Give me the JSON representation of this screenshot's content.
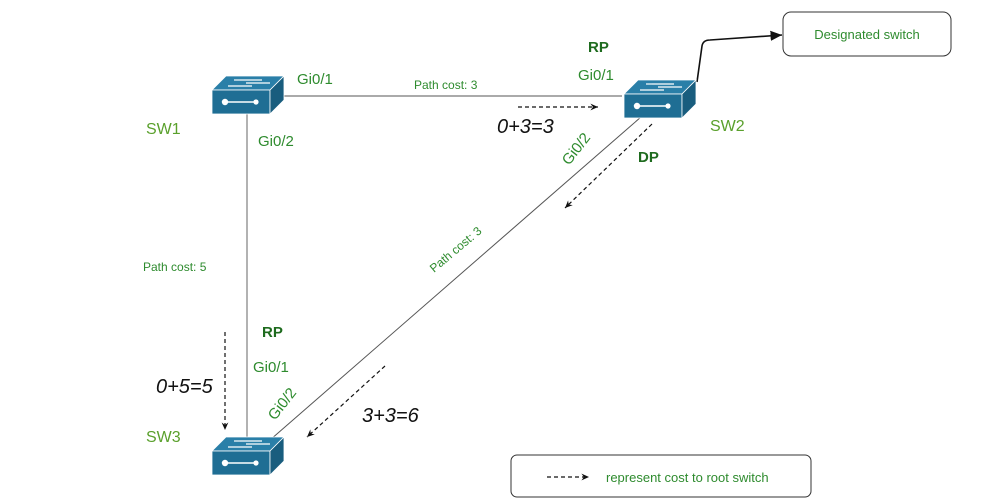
{
  "switches": [
    {
      "name": "SW1"
    },
    {
      "name": "SW2"
    },
    {
      "name": "SW3"
    }
  ],
  "links": {
    "sw1_sw2": {
      "cost_label": "Path cost: 3",
      "sw1_port": "Gi0/1",
      "sw2_port": "Gi0/1",
      "sw2_port_role": "RP"
    },
    "sw1_sw3": {
      "cost_label": "Path cost: 5",
      "sw1_port": "Gi0/2",
      "sw3_port": "Gi0/1",
      "sw3_port_role": "RP"
    },
    "sw2_sw3": {
      "cost_label": "Path cost: 3",
      "sw2_port": "Gi0/2",
      "sw2_port_role": "DP",
      "sw3_port": "Gi0/2"
    }
  },
  "cost_annotations": {
    "to_sw2": "0+3=3",
    "to_sw3_direct": "0+5=5",
    "to_sw3_via_sw2": "3+3=6"
  },
  "callout": {
    "label": "Designated switch"
  },
  "legend": {
    "label": "represent cost to root switch"
  },
  "colors": {
    "switch_body": "#1f6e94",
    "switch_top": "#2a7fa8",
    "label_green": "#2e8b2e",
    "name_green": "#5aa02c",
    "role_green": "#1e6b1e"
  }
}
